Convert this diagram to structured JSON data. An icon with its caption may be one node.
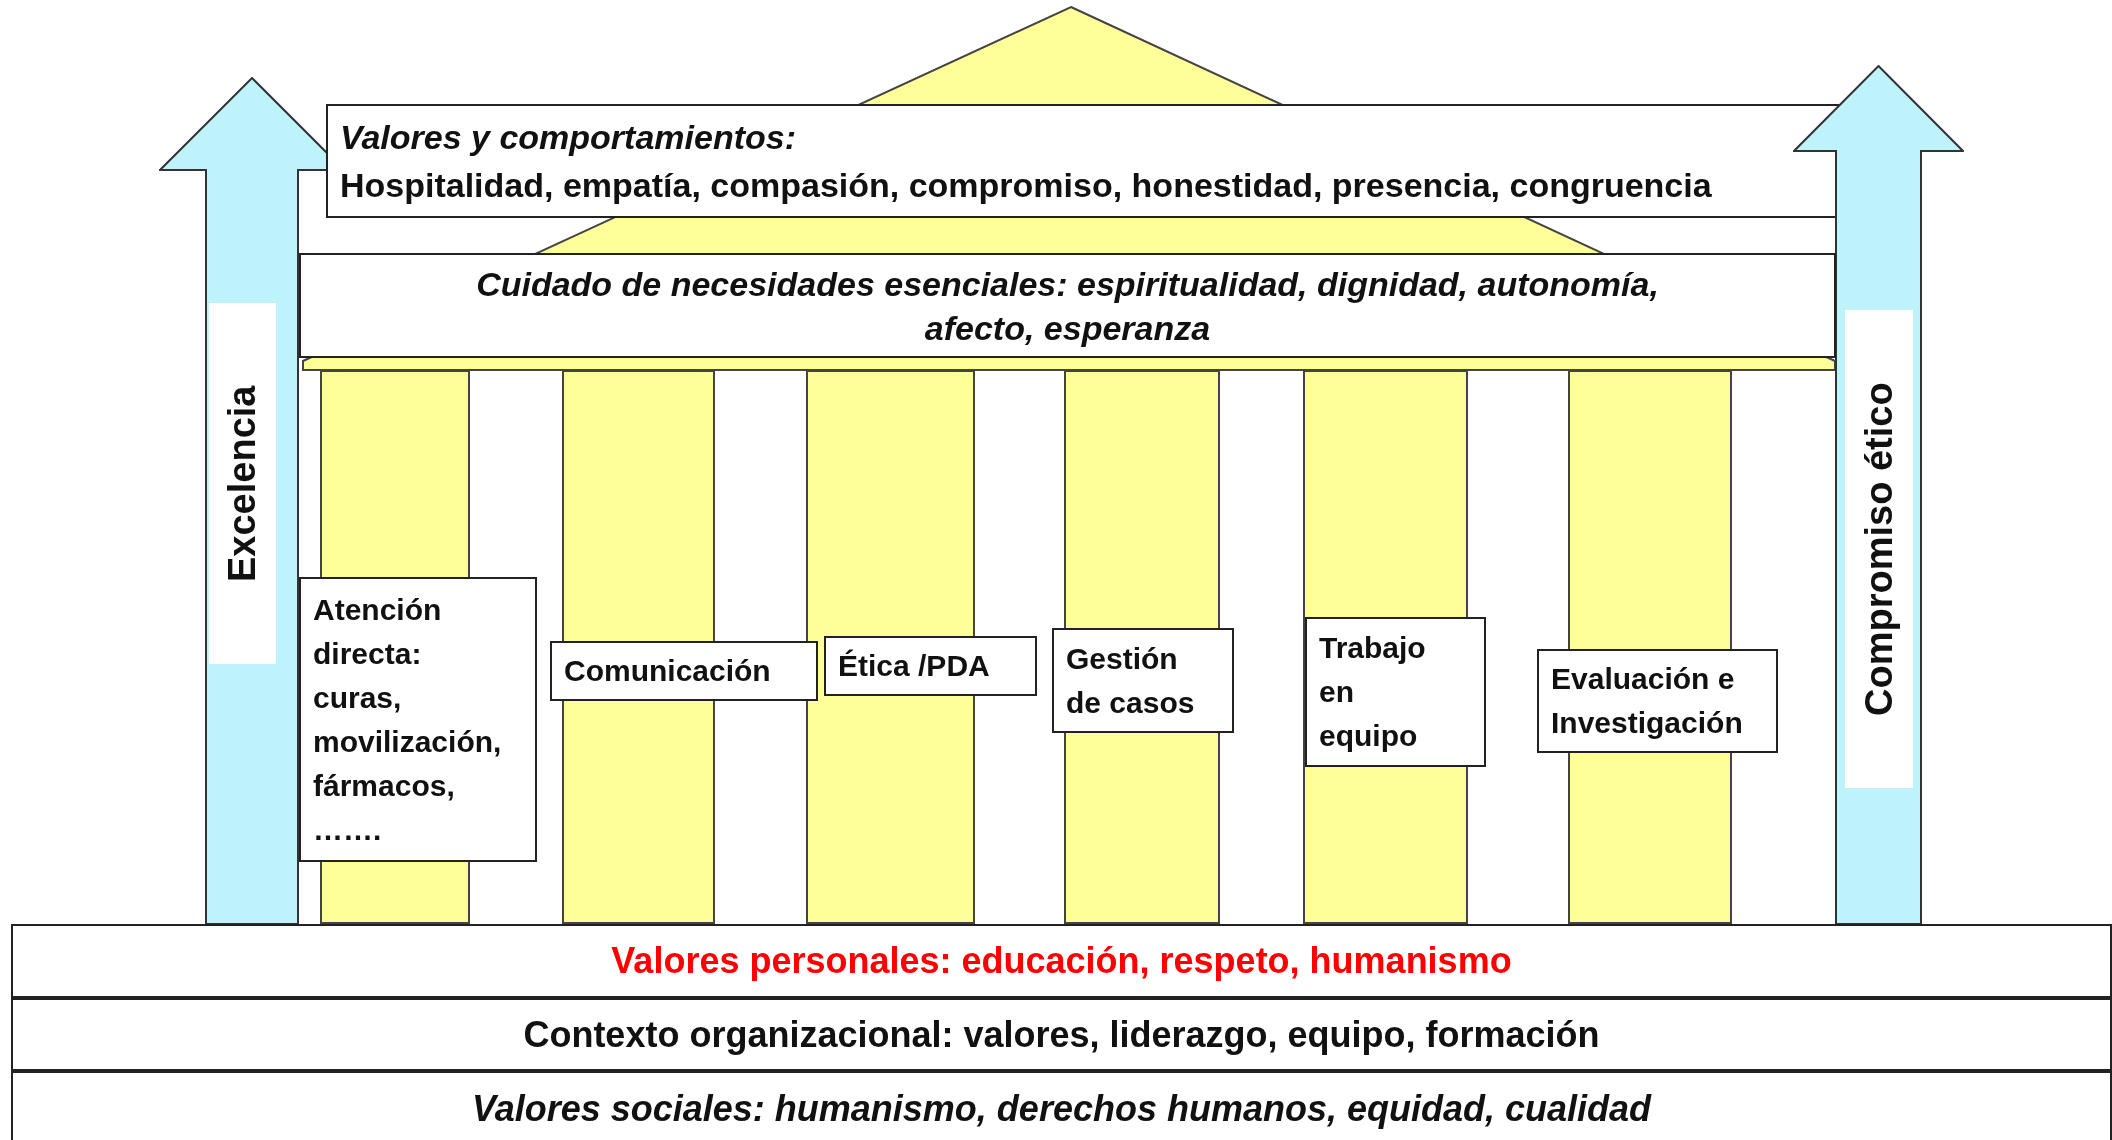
{
  "diagram": {
    "nodes": [
      {
        "text": [
          "Excelencia"
        ]
      },
      {
        "text": [
          "Valores y comportamientos:",
          "Hospitalidad, empatía, compasión, compromiso, honestidad, presencia, congruencia"
        ]
      },
      {
        "text": [
          "Compromiso ético"
        ]
      },
      {
        "text": [
          "Cuidado de necesidades esenciales: espiritualidad, dignidad, autonomía, afecto, esperanza"
        ]
      },
      {
        "text": [
          "Atención directa: curas, movilización, fármacos, ……."
        ]
      },
      {
        "text": [
          "Comunicación"
        ]
      },
      {
        "text": [
          "Ética /PDA"
        ]
      },
      {
        "text": [
          "Gestión de casos"
        ]
      },
      {
        "text": [
          "Trabajo en equipo"
        ]
      },
      {
        "text": [
          "Evaluación e Investigación"
        ]
      },
      {
        "text": [
          "Valores personales: educación, respeto, humanismo"
        ]
      },
      {
        "text": [
          "Contexto organizacional: valores, liderazgo, equipo, formación"
        ]
      },
      {
        "text": [
          "Valores sociales: humanismo, derechos humanos, equidad, cualidad"
        ]
      }
    ]
  }
}
